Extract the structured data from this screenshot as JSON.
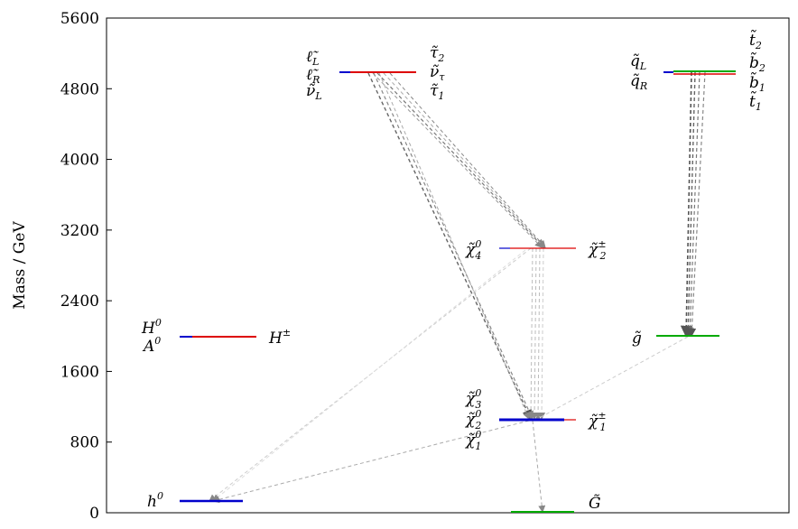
{
  "axis": {
    "ylabel": "Mass / GeV",
    "ylim": [
      0,
      5600
    ],
    "ticks": [
      "0",
      "800",
      "1600",
      "2400",
      "3200",
      "4000",
      "4800",
      "5600"
    ]
  },
  "chart_data": {
    "type": "mass-spectrum",
    "ylabel": "Mass / GeV",
    "ylim": [
      0,
      5600
    ],
    "levels": [
      {
        "group": "higgs-light",
        "names": [
          "h0"
        ],
        "mass": 130,
        "colors": [
          "#0000cc"
        ]
      },
      {
        "group": "higgs-heavy",
        "names": [
          "H0",
          "A0",
          "H±"
        ],
        "mass": 2000,
        "colors": [
          "#0000cc",
          "#dd0000"
        ]
      },
      {
        "group": "sleptons",
        "names": [
          "ℓ̃L",
          "ℓ̃R",
          "ν̃L",
          "τ̃2",
          "ν̃τ",
          "τ̃1"
        ],
        "mass": 4980,
        "colors": [
          "#0000cc",
          "#dd0000"
        ]
      },
      {
        "group": "neutralino4-chargino2",
        "names": [
          "χ̃4⁰",
          "χ̃2±"
        ],
        "mass": 3000,
        "colors": [
          "#0000cc",
          "#dd0000"
        ]
      },
      {
        "group": "neutralinos-chargino1",
        "names": [
          "χ̃3⁰",
          "χ̃2⁰",
          "χ̃1⁰",
          "χ̃1±"
        ],
        "mass": 1050,
        "colors": [
          "#0000cc",
          "#dd0000"
        ]
      },
      {
        "group": "gravitino",
        "names": [
          "G̃"
        ],
        "mass": 0,
        "colors": [
          "#00aa00"
        ]
      },
      {
        "group": "squarks",
        "names": [
          "q̃L",
          "q̃R",
          "t̃2",
          "b̃2",
          "b̃1",
          "t̃1"
        ],
        "mass": 4990,
        "colors": [
          "#0000cc",
          "#dd0000",
          "#00aa00"
        ]
      },
      {
        "group": "gluino",
        "names": [
          "g̃"
        ],
        "mass": 2000,
        "colors": [
          "#00aa00"
        ]
      }
    ]
  },
  "labels": {
    "h0": {
      "base": "h",
      "sup": "0"
    },
    "H0": {
      "base": "H",
      "sup": "0"
    },
    "A0": {
      "base": "A",
      "sup": "0"
    },
    "Hpm": {
      "base": "H",
      "sup": "±"
    },
    "lL": {
      "base": "ℓ̃",
      "sub": "L"
    },
    "lR": {
      "base": "ℓ̃",
      "sub": "R"
    },
    "nuL": {
      "base": "ν̃",
      "sub": "L"
    },
    "tau2": {
      "base": "τ̃",
      "sub": "2"
    },
    "nutau": {
      "base": "ν̃",
      "sub": "τ"
    },
    "tau1": {
      "base": "τ̃",
      "sub": "1"
    },
    "chi40": {
      "base": "χ̃",
      "sup": "0",
      "sub": "4"
    },
    "chi2pm": {
      "base": "χ̃",
      "sup": "±",
      "sub": "2"
    },
    "chi30": {
      "base": "χ̃",
      "sup": "0",
      "sub": "3"
    },
    "chi20": {
      "base": "χ̃",
      "sup": "0",
      "sub": "2"
    },
    "chi10": {
      "base": "χ̃",
      "sup": "0",
      "sub": "1"
    },
    "chi1pm": {
      "base": "χ̃",
      "sup": "±",
      "sub": "1"
    },
    "G": {
      "base": "G̃"
    },
    "qL": {
      "base": "q̃",
      "sub": "L"
    },
    "qR": {
      "base": "q̃",
      "sub": "R"
    },
    "t2": {
      "base": "t̃",
      "sub": "2"
    },
    "b2": {
      "base": "b̃",
      "sub": "2"
    },
    "b1": {
      "base": "b̃",
      "sub": "1"
    },
    "t1": {
      "base": "t̃",
      "sub": "1"
    },
    "gluino": {
      "base": "g̃"
    }
  }
}
